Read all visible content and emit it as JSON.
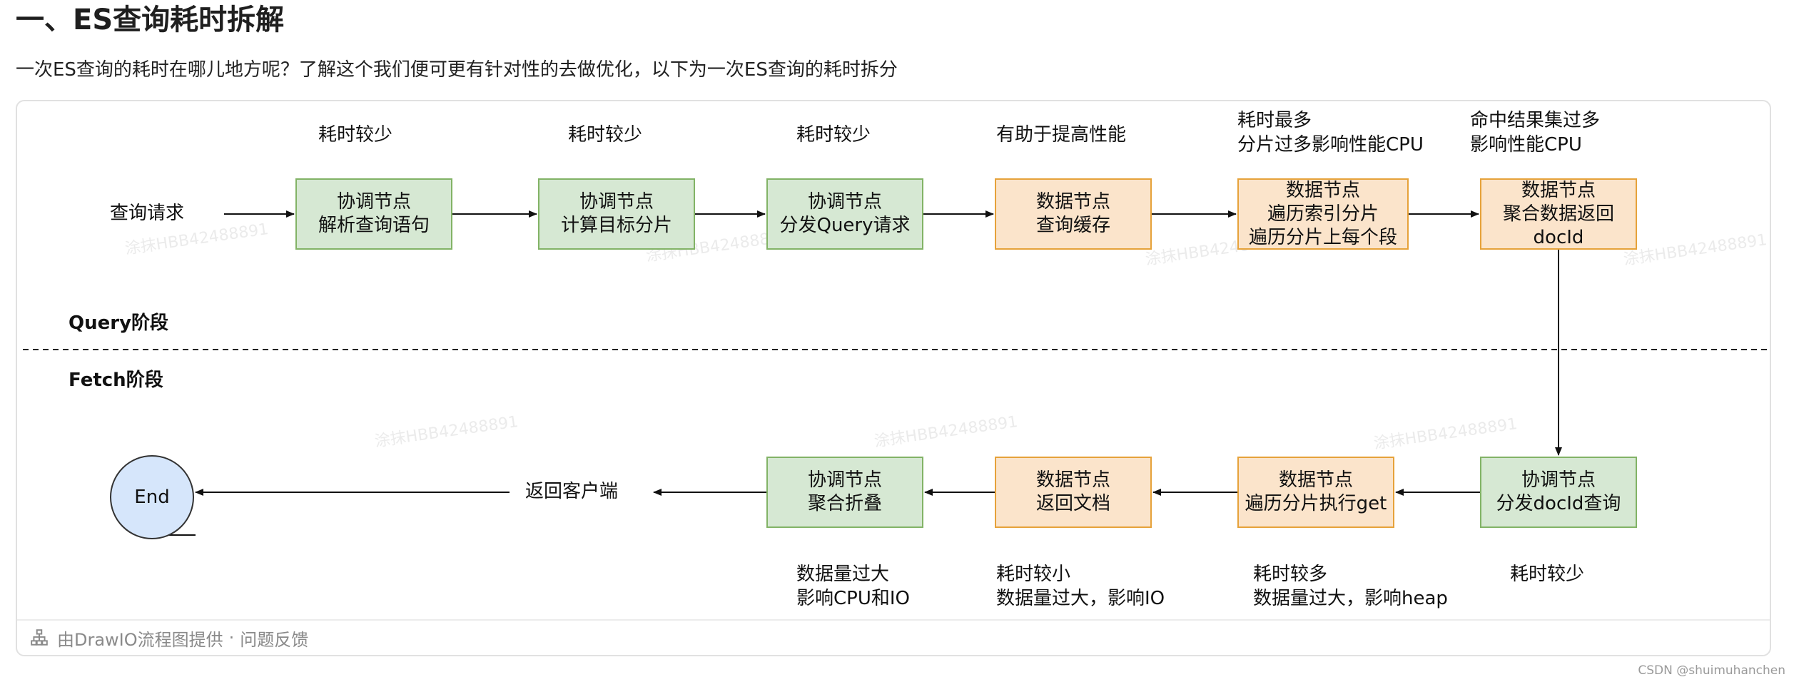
{
  "title": "一、ES查询耗时拆解",
  "intro": "一次ES查询的耗时在哪儿地方呢？了解这个我们便可更有针对性的去做优化，以下为一次ES查询的耗时拆分",
  "diagram": {
    "phases": {
      "query": "Query阶段",
      "fetch": "Fetch阶段"
    },
    "start_label": "查询请求",
    "return_label": "返回客户端",
    "end_label": "End",
    "query_nodes": [
      {
        "lines": [
          "协调节点",
          "解析查询语句"
        ],
        "note": [
          "耗时较少"
        ]
      },
      {
        "lines": [
          "协调节点",
          "计算目标分片"
        ],
        "note": [
          "耗时较少"
        ]
      },
      {
        "lines": [
          "协调节点",
          "分发Query请求"
        ],
        "note": [
          "耗时较少"
        ]
      },
      {
        "lines": [
          "数据节点",
          "查询缓存"
        ],
        "note": [
          "有助于提高性能"
        ]
      },
      {
        "lines": [
          "数据节点",
          "遍历索引分片",
          "遍历分片上每个段"
        ],
        "note": [
          "耗时最多",
          "分片过多影响性能CPU"
        ]
      },
      {
        "lines": [
          "数据节点",
          "聚合数据返回",
          "docId"
        ],
        "note": [
          "命中结果集过多",
          "影响性能CPU"
        ]
      }
    ],
    "fetch_nodes": [
      {
        "lines": [
          "协调节点",
          "分发docId查询"
        ],
        "note": [
          "耗时较少"
        ]
      },
      {
        "lines": [
          "数据节点",
          "遍历分片执行get"
        ],
        "note": [
          "耗时较多",
          "数据量过大，影响heap"
        ]
      },
      {
        "lines": [
          "数据节点",
          "返回文档"
        ],
        "note": [
          "耗时较小",
          "数据量过大，影响IO"
        ]
      },
      {
        "lines": [
          "协调节点",
          "聚合折叠"
        ],
        "note": [
          "数据量过大",
          "影响CPU和IO"
        ]
      }
    ],
    "watermark": "涂抹HBB42488891",
    "colors": {
      "green_fill": "#d6e8d3",
      "green_border": "#82b366",
      "orange_fill": "#fbe4cb",
      "orange_border": "#e6a23a",
      "end_fill": "#d6e6fb"
    }
  },
  "footer": {
    "icon": "sitemap-icon",
    "source": "由DrawIO流程图提供",
    "separator": "·",
    "feedback": "问题反馈"
  },
  "credit": "CSDN @shuimuhanchen"
}
